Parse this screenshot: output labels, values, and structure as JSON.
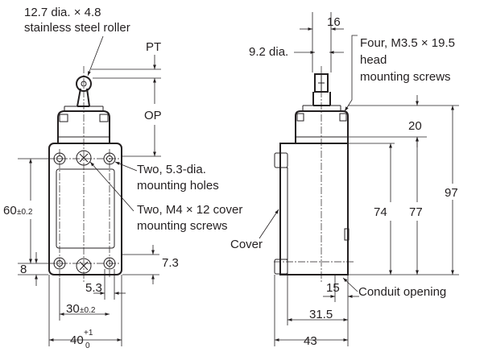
{
  "labels": {
    "roller_line1": "12.7 dia. × 4.8",
    "roller_line2": "stainless steel roller",
    "pt": "PT",
    "op": "OP",
    "holes_line1": "Two, 5.3-dia.",
    "holes_line2": "mounting holes",
    "cover_screws_line1": "Two, M4 × 12 cover",
    "cover_screws_line2": "mounting screws",
    "dim_60": "60",
    "dim_60_tol": "±0.2",
    "dim_8": "8",
    "dim_7_3": "7.3",
    "dim_5_3": "5.3",
    "dim_30": "30",
    "dim_30_tol": "±0.2",
    "dim_40": "40",
    "dim_40_tol_upper": "+1",
    "dim_40_tol_lower": "0",
    "dim_16": "16",
    "dim_9_2": "9.2 dia.",
    "head_screws_line1": "Four, M3.5 × 19.5",
    "head_screws_line2": "head",
    "head_screws_line3": "mounting screws",
    "dim_20": "20",
    "dim_74": "74",
    "dim_77": "77",
    "dim_97": "97",
    "cover": "Cover",
    "dim_15": "15",
    "conduit": "Conduit opening",
    "dim_31_5": "31.5",
    "dim_43": "43"
  }
}
